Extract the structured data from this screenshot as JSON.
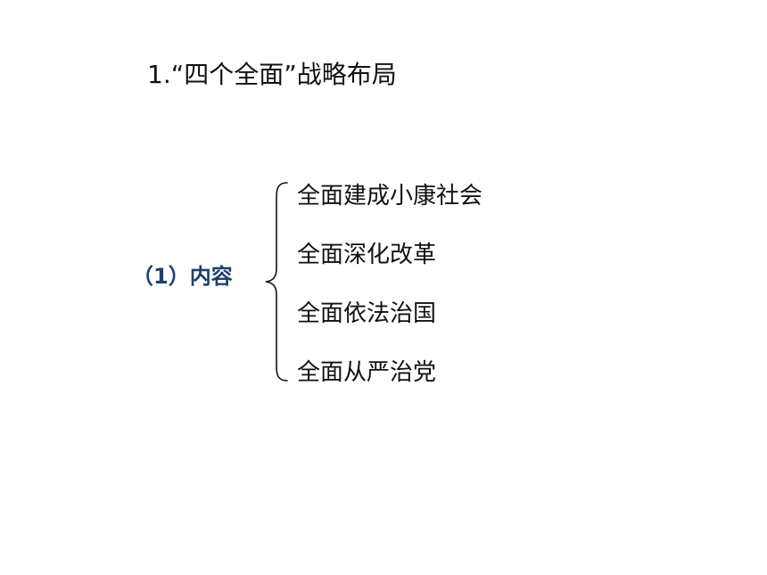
{
  "title": "1.“四个全面”战略布局",
  "section": {
    "label": "（1）内容"
  },
  "items": [
    "全面建成小康社会",
    "全面深化改革",
    "全面依法治国",
    "全面从严治党"
  ]
}
